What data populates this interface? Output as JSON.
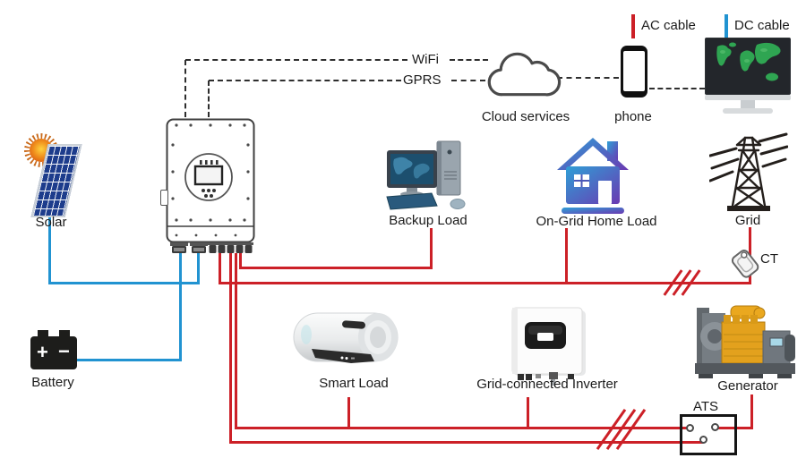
{
  "legend": {
    "ac_label": "AC cable",
    "dc_label": "DC cable",
    "ac_color": "#cc2027",
    "dc_color": "#2193d1"
  },
  "comm": {
    "wifi_label": "WiFi",
    "gprs_label": "GPRS"
  },
  "nodes": {
    "solar": {
      "label": "Solar"
    },
    "battery": {
      "label": "Battery",
      "plus_terminal": "+",
      "minus_terminal": "−"
    },
    "cloud": {
      "label": "Cloud services"
    },
    "phone": {
      "label": "phone"
    },
    "backup_load": {
      "label": "Backup Load"
    },
    "home_load": {
      "label": "On-Grid Home Load"
    },
    "grid": {
      "label": "Grid"
    },
    "ct": {
      "label": "CT"
    },
    "smart_load": {
      "label": "Smart Load"
    },
    "grid_connected_inverter": {
      "label": "Grid-connected Inverter"
    },
    "generator": {
      "label": "Generator"
    },
    "ats": {
      "label": "ATS"
    }
  }
}
